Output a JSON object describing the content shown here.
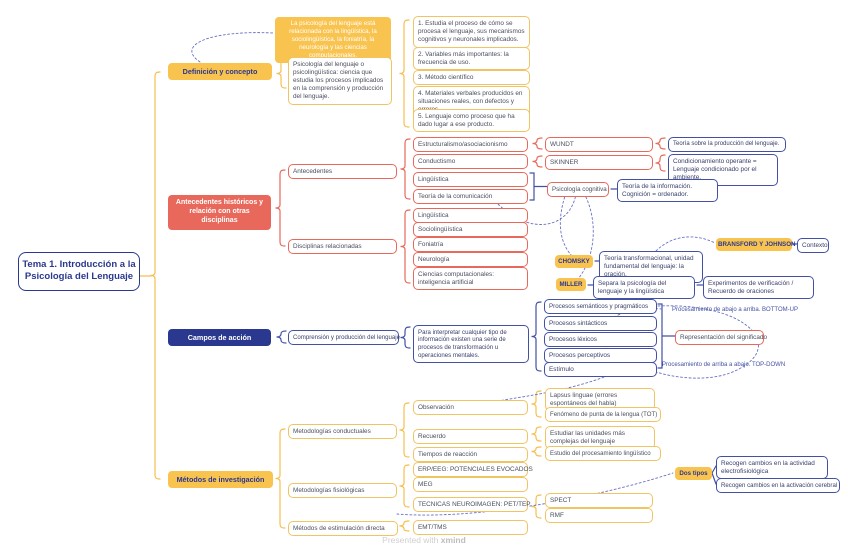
{
  "root": {
    "title": "Tema 1. Introducción a la Psicología del Lenguaje"
  },
  "colors": {
    "yellow": "#F9C34F",
    "salmon": "#E8695B",
    "navy": "#2A388F",
    "relation_blue": "#6671C4"
  },
  "watermark": {
    "prefix": "Presented with",
    "brand": "xmind"
  },
  "branches": {
    "definicion": {
      "topic": "Definición y concepto",
      "floating_note": "La psicología del lenguaje está relacionada con la lingüística, la sociolingüística, la foniatría, la neurología y las ciencias computacionales.",
      "definition": "Psicología del lenguaje o psicolingüística: ciencia que estudia los procesos implicados en la comprensión y producción del lenguaje.",
      "points": [
        "1. Estudia el proceso de cómo se procesa el lenguaje, sus mecanismos cognitivos y neuronales implicados.",
        "2. Variables más importantes: la frecuencia de uso.",
        "3. Método científico",
        "4. Materiales verbales producidos en situaciones reales, con defectos y errores.",
        "5. Lenguaje como proceso que ha dado lugar a ese producto."
      ]
    },
    "antecedentes": {
      "topic": "Antecedentes históricos y relación con otras disciplinas",
      "antecedentes_label": "Antecedentes",
      "antecedentes_items": [
        "Estructuralismo/asociacionismo",
        "Conductismo",
        "Lingüística",
        "Teoría de la comunicación"
      ],
      "wundt": "WUNDT",
      "wundt_note": "Teoría sobre la producción del lenguaje.",
      "skinner": "SKINNER",
      "skinner_note": "Condicionamiento operante = Lenguaje condicionado por el ambiente.",
      "psicologia_cognitiva": "Psicología cognitiva",
      "psicologia_cognitiva_note": "Teoría de la información. Cognición = ordenador.",
      "chomsky": "CHOMSKY",
      "chomsky_note": "Teoría transformacional, unidad fundamental del lenguaje: la oración.",
      "miller": "MILLER",
      "miller_note": "Separa la psicología del lenguaje y la lingüística",
      "miller_note2": "Experimentos de verificación / Recuerdo de oraciones",
      "bransford": "BRANSFORD Y JOHNSON",
      "bransford_note": "Contexto",
      "disciplinas_label": "Disciplinas relacionadas",
      "disciplinas_items": [
        "Lingüística",
        "Sociolingüística",
        "Foniatría",
        "Neurología",
        "Ciencias computacionales: inteligencia artificial"
      ]
    },
    "campos": {
      "topic": "Campos de acción",
      "sub": "Comprensión y producción del lenguaje",
      "note": "Para interpretar cualquier tipo de información existen una serie de procesos de transformación u operaciones mentales.",
      "procesos": [
        "Procesos semánticos y pragmáticos",
        "Procesos sintácticos",
        "Procesos léxicos",
        "Procesos perceptivos",
        "Estímulo"
      ],
      "representacion": "Representación del significado",
      "bottom_up": "Procesamiento de abajo a arriba. BOTTOM-UP",
      "top_down": "Procesamiento de arriba a abajo. TOP-DOWN"
    },
    "metodos": {
      "topic": "Métodos de investigación",
      "conductuales": "Metodologías conductuales",
      "fisiologicas": "Metodologías fisiológicas",
      "estimulacion": "Métodos de estimulación directa",
      "observacion": "Observación",
      "observacion_items": [
        "Lapsus linguae (errores espontáneos del habla)",
        "Fenómeno de punta de la lengua (TOT)"
      ],
      "recuerdo": "Recuerdo",
      "recuerdo_note": "Estudiar las unidades más complejas del lenguaje",
      "tiempos": "Tiempos de reacción",
      "tiempos_note": "Estudio del procesamiento lingüístico",
      "erp": "ERP/EEG: POTENCIALES EVOCADOS",
      "meg": "MEG",
      "neuroimagen": "TECNICAS NEUROIMAGEN: PET/TEP",
      "neuroimagen_items": [
        "SPECT",
        "RMF"
      ],
      "emt": "EMT/TMS",
      "dos_tipos": "Dos tipos",
      "dos_tipos_items": [
        "Recogen cambios en la actividad electrofisiológica",
        "Recogen cambios en la activación cerebral"
      ]
    }
  }
}
